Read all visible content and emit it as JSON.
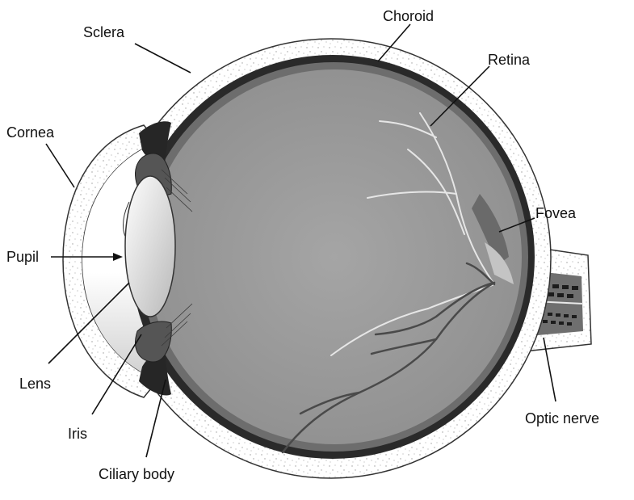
{
  "diagram": {
    "labels": {
      "sclera": "Sclera",
      "choroid": "Choroid",
      "retina": "Retina",
      "cornea": "Cornea",
      "fovea": "Fovea",
      "pupil": "Pupil",
      "lens": "Lens",
      "iris": "Iris",
      "optic_nerve": "Optic nerve",
      "ciliary_body": "Ciliary body"
    }
  }
}
